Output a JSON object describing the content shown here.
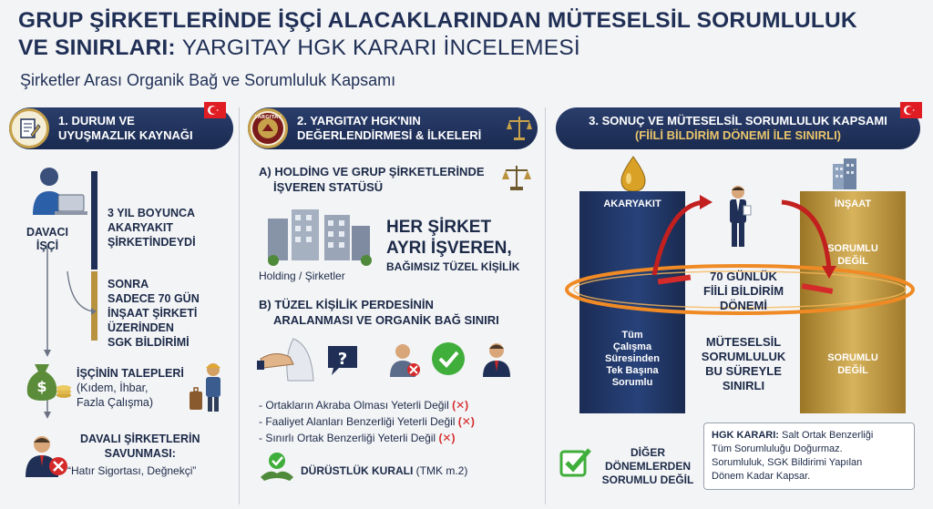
{
  "title": {
    "line1": "GRUP ŞİRKETLERİNDE İŞÇİ ALACAKLARINDAN MÜTESELSİL SORUMLULUK",
    "line2_bold": "VE SINIRLARI:",
    "line2_rest": "YARGITAY HGK KARARI İNCELEMESİ"
  },
  "subtitle": "Şirketler Arası Organik Bağ ve Sorumluluk Kapsamı",
  "section1": {
    "heading": [
      "1. DURUM VE",
      "UYUŞMAZLIK KAYNAĞI"
    ],
    "plaintiff_label": [
      "DAVACI",
      "İŞÇİ"
    ],
    "step1": [
      "3 YIL BOYUNCA",
      "AKARYAKIT",
      "ŞİRKETİNDEYDİ"
    ],
    "step2": [
      "SONRA",
      "SADECE 70 GÜN",
      "İNŞAAT ŞİRKETİ",
      "ÜZERİNDEN",
      "SGK BİLDİRİMİ"
    ],
    "claims_title": "İŞÇİNİN TALEPLERİ",
    "claims_detail": [
      "(Kıdem, İhbar,",
      "Fazla Çalışma)"
    ],
    "defense_title": [
      "DAVALI ŞİRKETLERİN",
      "SAVUNMASI:"
    ],
    "defense_quote": "“Hatır Sigortası, Değnekçi”"
  },
  "section2": {
    "heading": [
      "2. YARGITAY HGK'NIN",
      "DEĞERLENDİRMESİ & İLKELERİ"
    ],
    "seal_text": "YARGITAY",
    "partA_title": [
      "A) HOLDİNG VE GRUP ŞİRKETLERİNDE",
      "İŞVEREN STATÜSÜ"
    ],
    "buildings_caption": "Holding / Şirketler",
    "claim_big": [
      "HER ŞİRKET",
      "AYRI İŞVEREN,"
    ],
    "claim_small": "BAĞIMSIZ TÜZEL KİŞİLİK",
    "partB_title": [
      "B) TÜZEL KİŞİLİK PERDESİNİN",
      "ARALANMASI VE ORGANİK BAĞ SINIRI"
    ],
    "question_mark": "?",
    "bullets": [
      "- Ortakların Akraba Olması Yeterli Değil",
      "- Faaliyet Alanları Benzerliği Yeterli Değil",
      "- Sınırlı Ortak Benzerliği Yeterli Değil"
    ],
    "bullet_mark": "(✕)",
    "honesty_bold": "DÜRÜSTLÜK KURALI",
    "honesty_ref": "(TMK m.2)"
  },
  "section3": {
    "heading": "3. SONUÇ VE MÜTESELSİL SORUMLULUK KAPSAMI",
    "subheading": "(FİİLİ BİLDİRİM DÖNEMİ İLE SINIRLI)",
    "left_pillar_label": "AKARYAKIT",
    "left_pillar_text": [
      "Tüm",
      "Çalışma",
      "Süresinden",
      "Tek Başına",
      "Sorumlu"
    ],
    "right_pillar_label": "İNŞAAT",
    "right_top_text": [
      "SORUMLU",
      "DEĞİL"
    ],
    "right_bottom_text": [
      "SORUMLU",
      "DEĞİL"
    ],
    "center_period": [
      "70 GÜNLÜK",
      "FİİLİ BİLDİRİM",
      "DÖNEMİ"
    ],
    "center_joint": [
      "MÜTESELSİL",
      "SORUMLULUK",
      "BU SÜREYLE",
      "SINIRLI"
    ],
    "other_periods": [
      "DİĞER",
      "DÖNEMLERDEN",
      "SORUMLU DEĞİL"
    ],
    "hgk_bold": "HGK KARARI:",
    "hgk_text": [
      "Salt Ortak Benzerliği",
      "Tüm Sorumluluğu Doğurmaz.",
      "Sorumluluk, SGK Bildirimi Yapılan",
      "Dönem Kadar Kapsar."
    ]
  },
  "colors": {
    "navy": "#1f2f55",
    "gold": "#b8923f",
    "orange": "#f08a24",
    "red": "#d42a2a",
    "green": "#3fae3a"
  }
}
